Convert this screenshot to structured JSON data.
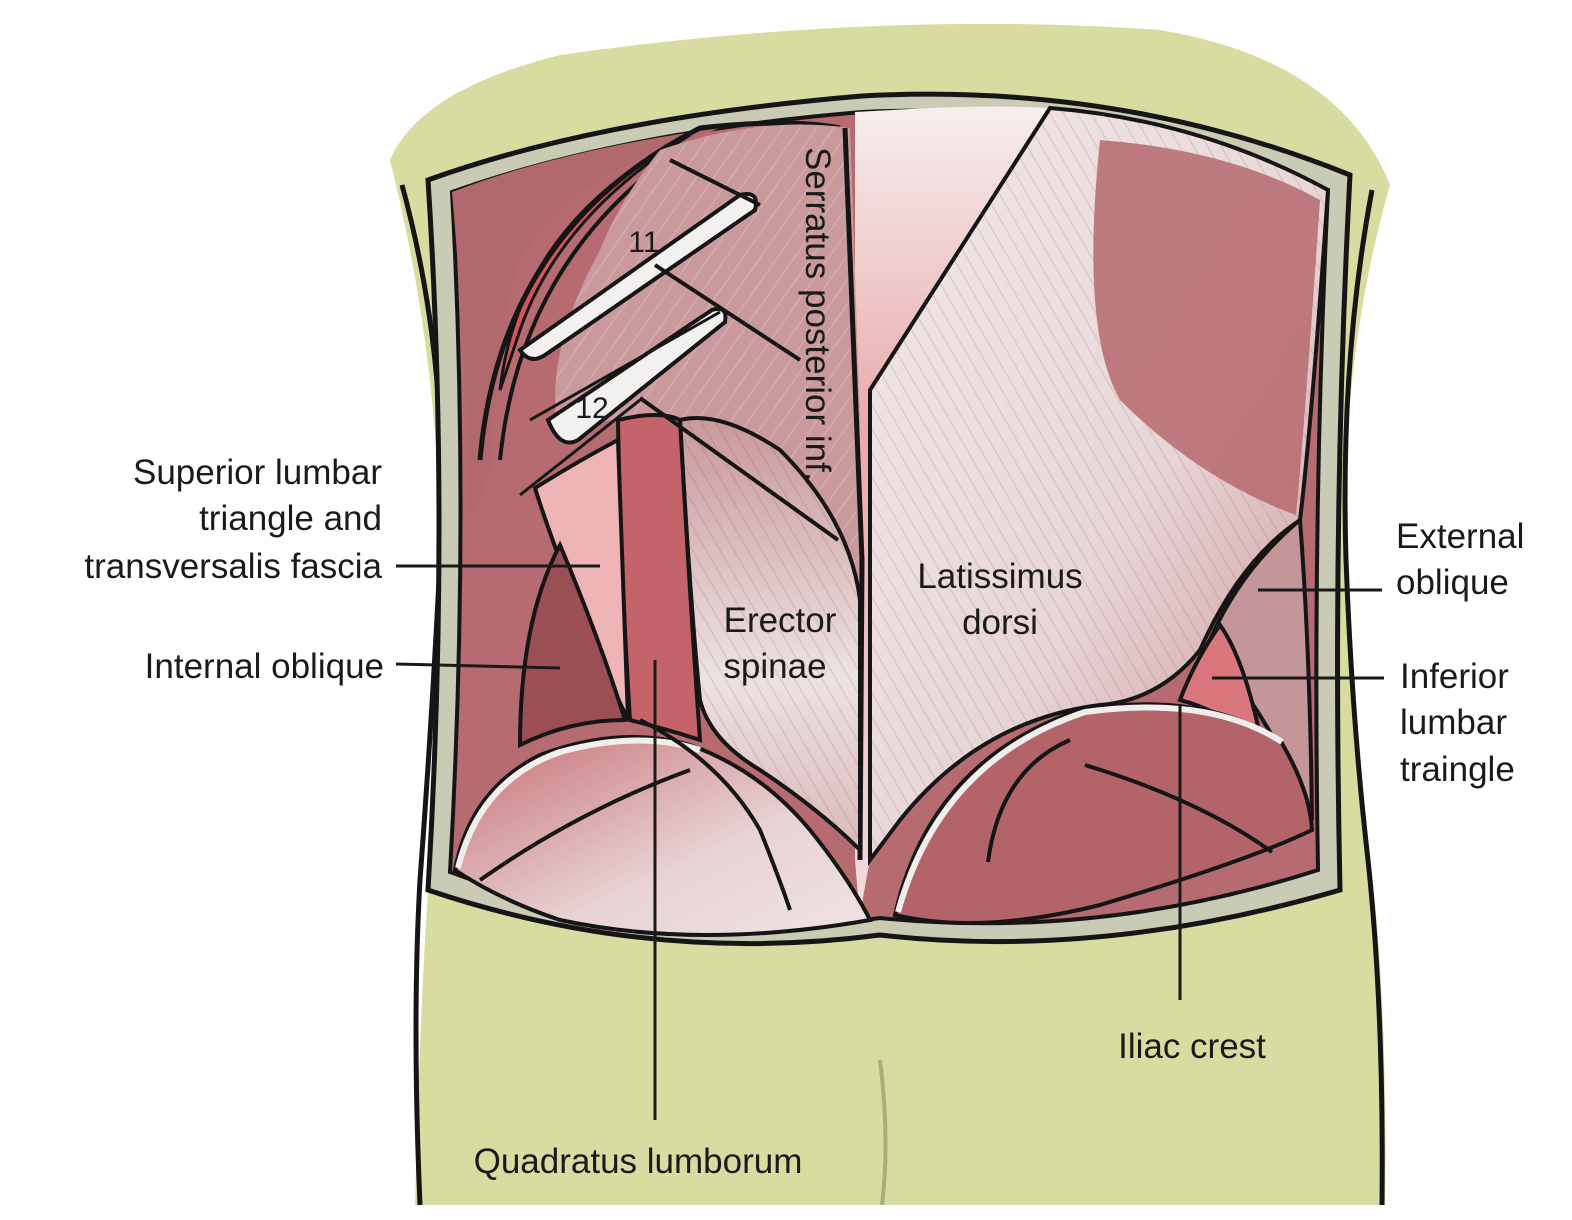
{
  "labels": {
    "superior_lumbar": [
      "Superior lumbar",
      "triangle and",
      "transversalis fascia"
    ],
    "internal_oblique": "Internal oblique",
    "quadratus_lumborum": "Quadratus lumborum",
    "external_oblique": [
      "External",
      "oblique"
    ],
    "inferior_lumbar": [
      "Inferior",
      "lumbar",
      "traingle"
    ],
    "iliac_crest": "Iliac crest",
    "latissimus_dorsi": [
      "Latissimus",
      "dorsi"
    ],
    "erector_spinae": [
      "Erector",
      "spinae"
    ],
    "serratus_posterior_inf": "Serratus posterior inf.",
    "rib_11": "11",
    "rib_12": "12"
  },
  "colors": {
    "skin": "#d9dca0",
    "skin_border": "#bfc38a",
    "outline": "#151515",
    "frame": "#c9cbb4",
    "muscle": "#b56b70",
    "muscle_dark": "#9e5459",
    "muscle_light": "#e9a4a6",
    "red_accent": "#d8545c",
    "tendon": "#f4eeee",
    "bone": "#f3f0f0",
    "leader": "#1a1a1a"
  }
}
